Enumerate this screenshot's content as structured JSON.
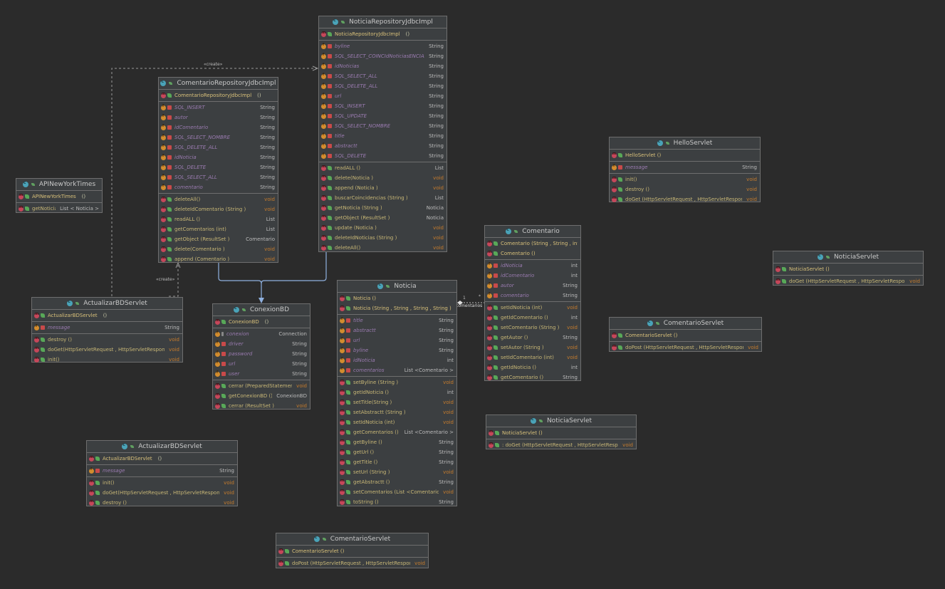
{
  "classes": {
    "noticia_repo": {
      "name": "NoticiaRepositoryJdbcImpl",
      "ctor": {
        "name": "NoticiaRepositoryJdbcImpl",
        "sig": "()"
      },
      "fields": [
        {
          "name": "byline",
          "type": "String"
        },
        {
          "name": "SQL_SELECT_COINCIdNoticiasENCIAS",
          "type": "String"
        },
        {
          "name": "idNoticias",
          "type": "String"
        },
        {
          "name": "SQL_SELECT_ALL",
          "type": "String"
        },
        {
          "name": "SQL_DELETE_ALL",
          "type": "String"
        },
        {
          "name": "url",
          "type": "String"
        },
        {
          "name": "SQL_INSERT",
          "type": "String"
        },
        {
          "name": "SQL_UPDATE",
          "type": "String"
        },
        {
          "name": "SQL_SELECT_NOMBRE",
          "type": "String"
        },
        {
          "name": "title",
          "type": "String"
        },
        {
          "name": "abstractt",
          "type": "String"
        },
        {
          "name": "SQL_DELETE",
          "type": "String"
        }
      ],
      "methods": [
        {
          "name": "readALL ()",
          "type": "List"
        },
        {
          "name": "delete(Noticia )",
          "type": "void"
        },
        {
          "name": "append (Noticia )",
          "type": "void"
        },
        {
          "name": "buscarCoincidencias   (String )",
          "type": "List"
        },
        {
          "name": "getNoticia  (String )",
          "type": "Noticia"
        },
        {
          "name": "getObject  (ResultSet )",
          "type": "Noticia"
        },
        {
          "name": "update (Noticia )",
          "type": "void"
        },
        {
          "name": "deleteIdNoticias  (String )",
          "type": "void"
        },
        {
          "name": "deleteAll()",
          "type": "void"
        }
      ]
    },
    "comentario_repo": {
      "name": "ComentarioRepositoryJdbcImpl",
      "ctor": {
        "name": "ComentarioRepositoryJdbcImpl",
        "sig": "()"
      },
      "fields": [
        {
          "name": "SQL_INSERT",
          "type": "String"
        },
        {
          "name": "autor",
          "type": "String"
        },
        {
          "name": "idComentario",
          "type": "String"
        },
        {
          "name": "SQL_SELECT_NOMBRE",
          "type": "String"
        },
        {
          "name": "SQL_DELETE_ALL",
          "type": "String"
        },
        {
          "name": "idNoticia",
          "type": "String"
        },
        {
          "name": "SQL_DELETE",
          "type": "String"
        },
        {
          "name": "SQL_SELECT_ALL",
          "type": "String"
        },
        {
          "name": "comentario",
          "type": "String"
        }
      ],
      "methods": [
        {
          "name": "deleteAll()",
          "type": "void"
        },
        {
          "name": "deleteIdComentario   (String )",
          "type": "void"
        },
        {
          "name": "readALL ()",
          "type": "List"
        },
        {
          "name": "getComentarios   (int)",
          "type": "List"
        },
        {
          "name": "getObject (ResultSet )",
          "type": "Comentario"
        },
        {
          "name": "delete(Comentario )",
          "type": "void"
        },
        {
          "name": "append (Comentario )",
          "type": "void"
        }
      ]
    },
    "api_ny": {
      "name": "APINewYorkTimes",
      "ctor": {
        "name": "APINewYorkTimes",
        "sig": "()"
      },
      "methods": [
        {
          "name": "getNoticias  ()",
          "type": "List < Noticia >"
        }
      ]
    },
    "actualizar1": {
      "name": "ActualizarBDServlet",
      "ctor": {
        "name": "ActualizarBDServlet",
        "sig": "()"
      },
      "fields": [
        {
          "name": "message",
          "type": "String"
        }
      ],
      "methods": [
        {
          "name": "destroy ()",
          "type": "void"
        },
        {
          "name": "doGet(HttpServletRequest   , HttpServletResponse   )",
          "type": "void"
        },
        {
          "name": "init()",
          "type": "void"
        }
      ]
    },
    "actualizar2": {
      "name": "ActualizarBDServlet",
      "ctor": {
        "name": "ActualizarBDServlet",
        "sig": "()"
      },
      "fields": [
        {
          "name": "message",
          "type": "String"
        }
      ],
      "methods": [
        {
          "name": "init()",
          "type": "void"
        },
        {
          "name": "doGet(HttpServletRequest   , HttpServletResponse   )",
          "type": "void"
        },
        {
          "name": "destroy ()",
          "type": "void"
        }
      ]
    },
    "conexion": {
      "name": "ConexionBD",
      "ctor": {
        "name": "ConexionBD",
        "sig": "()"
      },
      "fields": [
        {
          "name": "conexion",
          "type": "Connection"
        },
        {
          "name": "driver",
          "type": "String"
        },
        {
          "name": "password",
          "type": "String"
        },
        {
          "name": "url",
          "type": "String"
        },
        {
          "name": "user",
          "type": "String"
        }
      ],
      "methods": [
        {
          "name": "cerrar (PreparedStatement   )",
          "type": "void"
        },
        {
          "name": "getConexionBD   ()",
          "type": "ConexionBD"
        },
        {
          "name": "cerrar (ResultSet )",
          "type": "void"
        }
      ]
    },
    "noticia": {
      "name": "Noticia",
      "ctors": [
        {
          "name": "Noticia ()"
        },
        {
          "name": "Noticia (String , String , String , String )"
        }
      ],
      "fields": [
        {
          "name": "title",
          "type": "String"
        },
        {
          "name": "abstractt",
          "type": "String"
        },
        {
          "name": "url",
          "type": "String"
        },
        {
          "name": "byline",
          "type": "String"
        },
        {
          "name": "idNoticia",
          "type": "int"
        },
        {
          "name": "comentarios",
          "type": "List <Comentario  >"
        }
      ],
      "methods": [
        {
          "name": "setByline (String )",
          "type": "void"
        },
        {
          "name": "getIdNoticia ()",
          "type": "int"
        },
        {
          "name": "setTitle(String )",
          "type": "void"
        },
        {
          "name": "setAbstractt  (String )",
          "type": "void"
        },
        {
          "name": "setIdNoticia  (int)",
          "type": "void"
        },
        {
          "name": "getComentarios   ()",
          "type": "List <Comentario  >"
        },
        {
          "name": "getByline ()",
          "type": "String"
        },
        {
          "name": "getUrl ()",
          "type": "String"
        },
        {
          "name": "getTitle ()",
          "type": "String"
        },
        {
          "name": "setUrl (String )",
          "type": "void"
        },
        {
          "name": "getAbstractt  ()",
          "type": "String"
        },
        {
          "name": "setComentarios   (List <Comentario  >)",
          "type": "void"
        },
        {
          "name": "toString ()",
          "type": "String"
        }
      ]
    },
    "comentario": {
      "name": "Comentario",
      "ctors": [
        {
          "name": "Comentario  (String , String , int)"
        },
        {
          "name": "Comentario  ()"
        }
      ],
      "fields": [
        {
          "name": "idNoticia",
          "type": "int"
        },
        {
          "name": "idComentario",
          "type": "int"
        },
        {
          "name": "autor",
          "type": "String"
        },
        {
          "name": "comentario",
          "type": "String"
        }
      ],
      "methods": [
        {
          "name": "setIdNoticia  (int)",
          "type": "void"
        },
        {
          "name": "getIdComentario   ()",
          "type": "int"
        },
        {
          "name": "setComentario   (String )",
          "type": "void"
        },
        {
          "name": "getAutor ()",
          "type": "String"
        },
        {
          "name": "setAutor (String )",
          "type": "void"
        },
        {
          "name": "setIdComentario   (int)",
          "type": "void"
        },
        {
          "name": "getIdNoticia  ()",
          "type": "int"
        },
        {
          "name": "getComentario   ()",
          "type": "String"
        }
      ]
    },
    "hello": {
      "name": "HelloServlet",
      "ctor": {
        "name": "HelloServlet ()"
      },
      "fields": [
        {
          "name": "message",
          "type": "String"
        }
      ],
      "methods": [
        {
          "name": "init()",
          "type": "void"
        },
        {
          "name": "destroy ()",
          "type": "void"
        },
        {
          "name": "doGet (HttpServletRequest   , HttpServletResponse   )",
          "type": "void"
        }
      ]
    },
    "noticia_servlet1": {
      "name": "NoticiaServlet",
      "ctor": {
        "name": "NoticiaServlet ()"
      },
      "methods": [
        {
          "name": "doGet (HttpServletRequest   , HttpServletResponse   )",
          "type": "void"
        }
      ]
    },
    "comentario_servlet1": {
      "name": "ComentarioServlet",
      "ctor": {
        "name": "ComentarioServlet   ()"
      },
      "methods": [
        {
          "name": "doPost (HttpServletRequest   , HttpServletResponse   )",
          "type": "void"
        }
      ]
    },
    "noticia_servlet2": {
      "name": "NoticiaServlet",
      "ctor": {
        "name": "NoticiaServlet ()"
      },
      "methods": [
        {
          "name": ": doGet (HttpServletRequest   , HttpServletResponse   )",
          "type": "void"
        }
      ]
    },
    "comentario_servlet2": {
      "name": "ComentarioServlet",
      "ctor": {
        "name": "ComentarioServlet   ()"
      },
      "methods": [
        {
          "name": "doPost (HttpServletRequest   , HttpServletResponse   )",
          "type": "void"
        }
      ]
    }
  },
  "labels": {
    "create1": "«create»",
    "create2": "«create»",
    "mult_one": "1",
    "mult_many": "*",
    "assoc": "comentarios"
  },
  "colors": {
    "background": "#2b2b2b",
    "class_fill": "#3c3f41",
    "border": "#6e6e6e",
    "dependency": "#8fb1e0"
  }
}
